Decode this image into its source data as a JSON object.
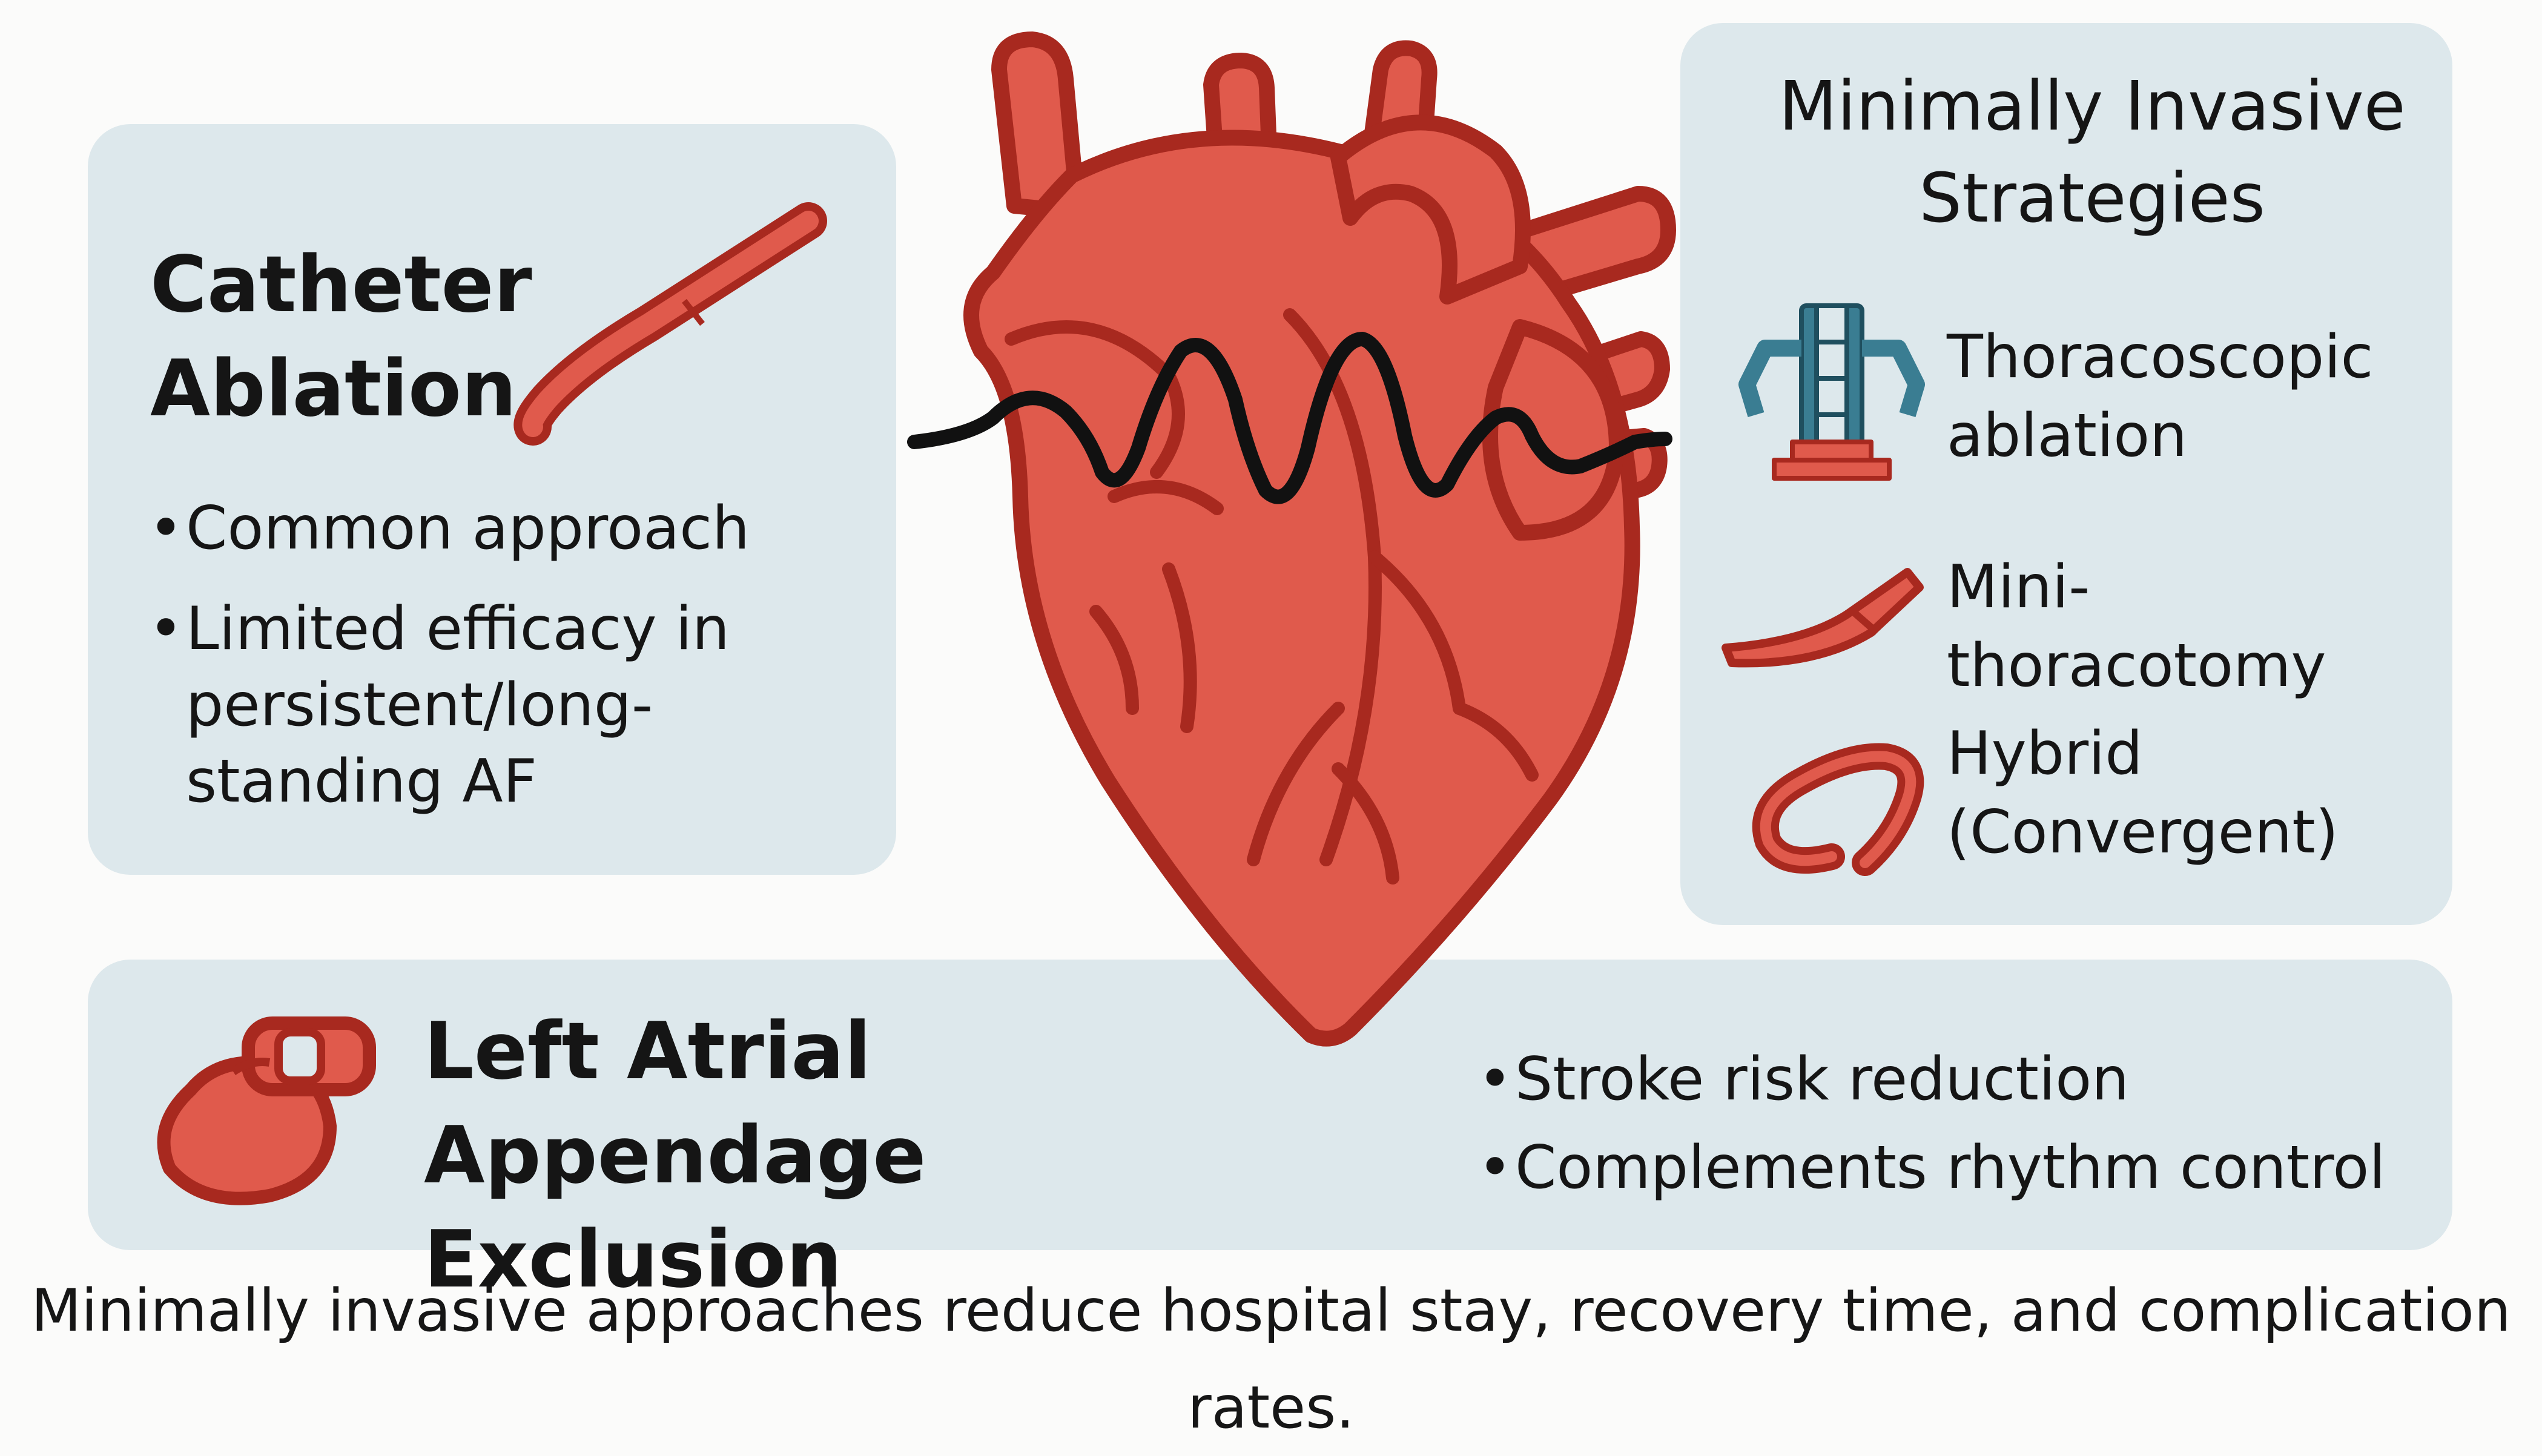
{
  "catheter_ablation": {
    "title_line1": "Catheter",
    "title_line2": "Ablation",
    "icon": "catheter-icon",
    "bullets": [
      "Common approach",
      "Limited efficacy in persistent/long-standing AF"
    ]
  },
  "minimally_invasive": {
    "title_line1": "Minimally Invasive",
    "title_line2": "Strategies",
    "items": [
      {
        "line1": "Thoracoscopic",
        "line2": "ablation",
        "icon": "surgical-robot-icon"
      },
      {
        "line1": "Mini-thoracotomy",
        "line2": "",
        "icon": "scalpel-icon"
      },
      {
        "line1": "Hybrid",
        "line2": "(Convergent)",
        "icon": "looped-catheter-icon"
      }
    ]
  },
  "laa_exclusion": {
    "title_line1": "Left Atrial Appendage",
    "title_line2": "Exclusion",
    "icon": "atrial-appendage-icon",
    "bullets": [
      "Stroke risk reduction",
      "Complements rhythm control"
    ]
  },
  "center": {
    "heart_icon": "heart-icon",
    "waveform_icon": "fibrillation-waveform-icon"
  },
  "footer": "Minimally invasive approaches reduce hospital stay, recovery time, and complication rates.",
  "colors": {
    "panel": "#dde8ec",
    "heart_fill": "#e05a4c",
    "heart_outline": "#a8291f",
    "robot_teal": "#3a7d92",
    "text": "#151515"
  }
}
